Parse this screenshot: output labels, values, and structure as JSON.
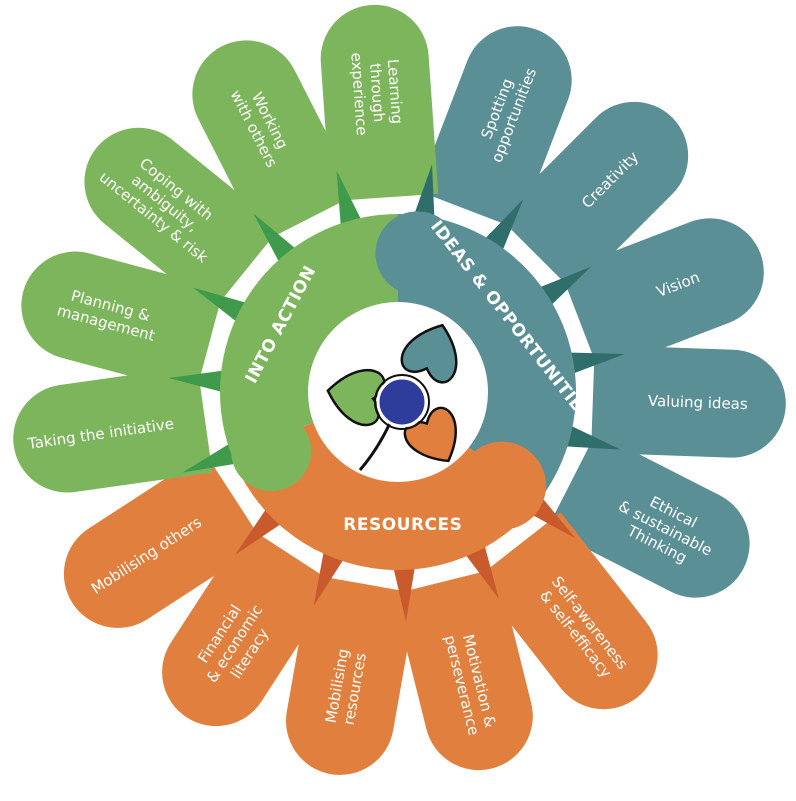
{
  "areas": [
    {
      "id": "ideas",
      "label": "IDEAS & OPPORTUNITIES",
      "color": "#5b8f96",
      "petals": [
        {
          "lines": [
            "Spotting",
            "opportunities"
          ]
        },
        {
          "lines": [
            "Creativity"
          ]
        },
        {
          "lines": [
            "Vision"
          ]
        },
        {
          "lines": [
            "Valuing ideas"
          ]
        },
        {
          "lines": [
            "Ethical",
            "& sustainable",
            "Thinking"
          ]
        }
      ]
    },
    {
      "id": "resources",
      "label": "RESOURCES",
      "color": "#e07f3e",
      "petals": [
        {
          "lines": [
            "Self-awareness",
            "& self-efficacy"
          ]
        },
        {
          "lines": [
            "Motivation &",
            "perseverance"
          ]
        },
        {
          "lines": [
            "Mobilising",
            "resources"
          ]
        },
        {
          "lines": [
            "Financial",
            "& economic",
            "literacy"
          ]
        },
        {
          "lines": [
            "Mobilising others"
          ]
        }
      ]
    },
    {
      "id": "action",
      "label": "INTO ACTION",
      "color": "#7cb55b",
      "petals": [
        {
          "lines": [
            "Taking the initiative"
          ]
        },
        {
          "lines": [
            "Planning &",
            "management"
          ]
        },
        {
          "lines": [
            "Coping with",
            "ambiguity,",
            "uncertainty & risk"
          ]
        },
        {
          "lines": [
            "Working",
            "with others"
          ]
        },
        {
          "lines": [
            "Learning",
            "through",
            "experience"
          ]
        }
      ]
    }
  ],
  "colors": {
    "ideas": "#5b8f96",
    "ideas_dark": "#2f6e6a",
    "resources": "#e07f3e",
    "resources_dark": "#c85a2e",
    "action": "#7cb55b",
    "action_dark": "#3f9a4c",
    "center_disc": "#ffffff",
    "logo_dot": "#2e3d9c"
  },
  "center_logo": {
    "icon": "shamrock-logo-icon"
  }
}
